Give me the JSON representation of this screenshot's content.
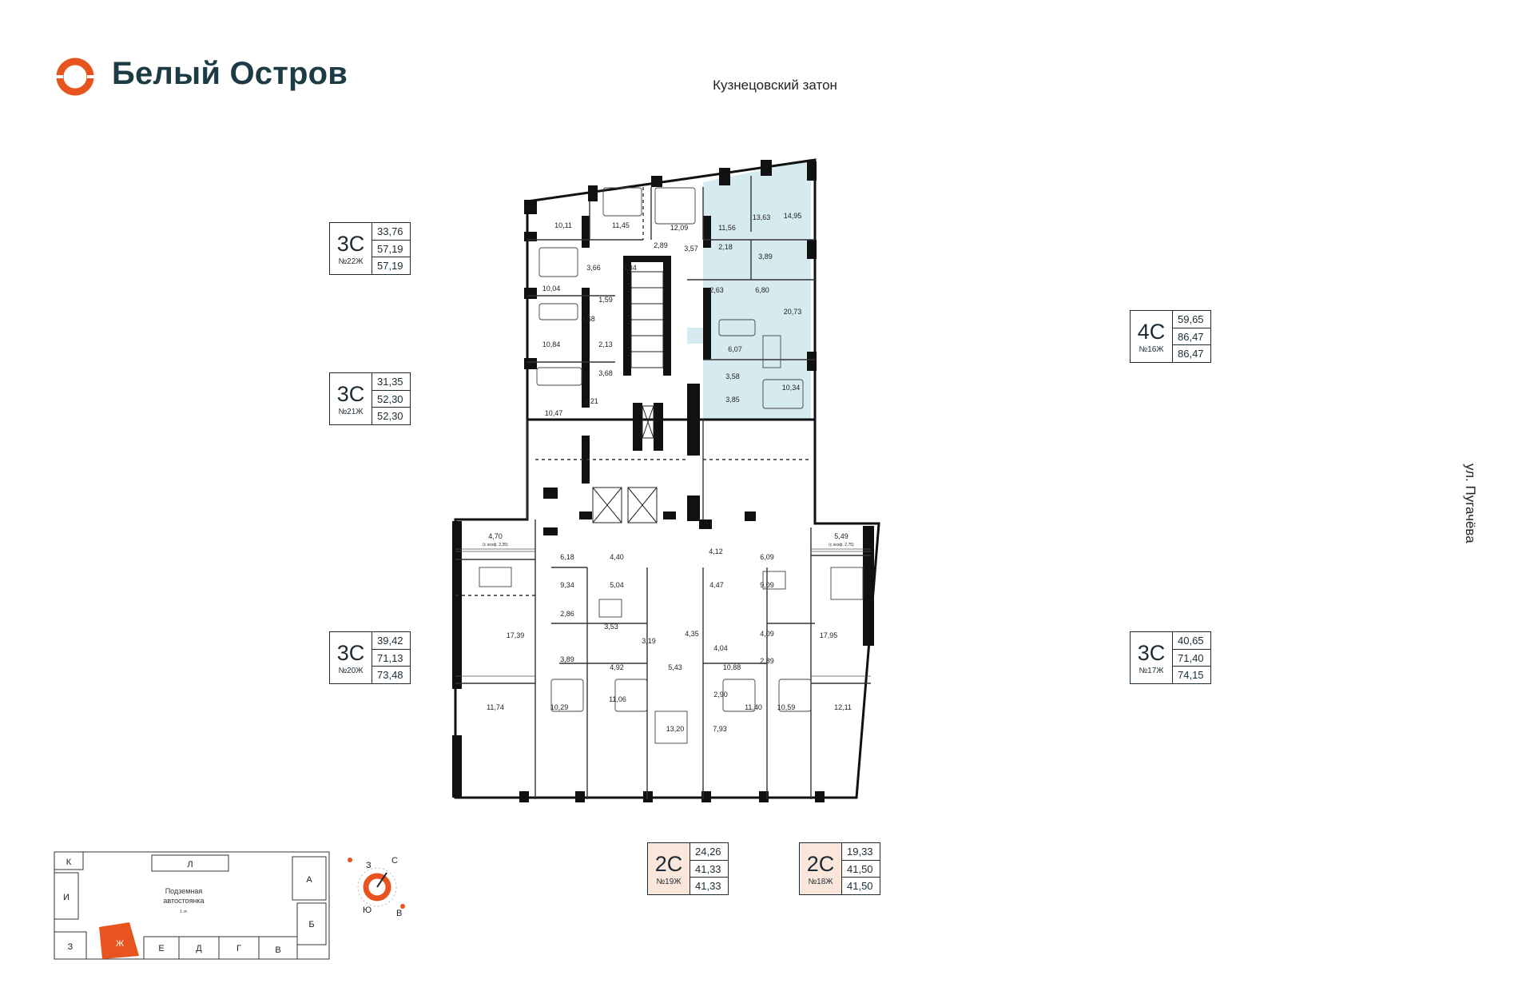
{
  "brand": {
    "name": "Белый Остров",
    "accent_color": "#e8541f",
    "text_color": "#1d3b45",
    "logo_icon": "brand-ring-logo"
  },
  "orientation": {
    "north_label": "Кузнецовский затон",
    "east_label": "ул. Пугачёва"
  },
  "apartments": [
    {
      "type": "3С",
      "number": "№22Ж",
      "areas": [
        "33,76",
        "57,19",
        "57,19"
      ]
    },
    {
      "type": "3С",
      "number": "№21Ж",
      "areas": [
        "31,35",
        "52,30",
        "52,30"
      ]
    },
    {
      "type": "3С",
      "number": "№20Ж",
      "areas": [
        "39,42",
        "71,13",
        "73,48"
      ]
    },
    {
      "type": "4С",
      "number": "№16Ж",
      "areas": [
        "59,65",
        "86,47",
        "86,47"
      ]
    },
    {
      "type": "3С",
      "number": "№17Ж",
      "areas": [
        "40,65",
        "71,40",
        "74,15"
      ]
    },
    {
      "type": "2С",
      "number": "№19Ж",
      "areas": [
        "24,26",
        "41,33",
        "41,33"
      ]
    },
    {
      "type": "2С",
      "number": "№18Ж",
      "areas": [
        "19,33",
        "41,50",
        "41,50"
      ]
    }
  ],
  "highlight_color": "#d6ebf0",
  "card_highlight_color": "#fbe6dc",
  "rooms": [
    "10,11",
    "11,45",
    "12,09",
    "11,56",
    "13,63",
    "14,95",
    "2,89",
    "3,57",
    "2,18",
    "3,89",
    "3,34",
    "3,66",
    "10,04",
    "1,59",
    "2,63",
    "6,80",
    "20,73",
    "3,68",
    "10,84",
    "2,13",
    "6,07",
    "3,68",
    "3,58",
    "10,34",
    "3,85",
    "6,21",
    "10,47",
    "4,70",
    "(с коэф. 2,35)",
    "6,18",
    "4,40",
    "4,12",
    "6,09",
    "5,49",
    "(с коэф. 2,75)",
    "9,34",
    "5,04",
    "4,47",
    "9,09",
    "2,86",
    "3,53",
    "3,19",
    "4,35",
    "4,04",
    "4,09",
    "17,39",
    "17,95",
    "3,89",
    "4,92",
    "5,43",
    "10,88",
    "2,89",
    "2,90",
    "11,74",
    "10,29",
    "11,06",
    "13,20",
    "7,93",
    "11,40",
    "10,59",
    "12,11"
  ],
  "site_plan": {
    "sections": [
      "К",
      "Л",
      "А",
      "И",
      "Б",
      "З",
      "Ж",
      "Е",
      "Д",
      "Г",
      "В"
    ],
    "center_label": "Подземная",
    "center_label_2": "автостоянка",
    "center_label_3": "1 эт.",
    "current_section": "Ж"
  },
  "compass": {
    "n": "С",
    "s": "Ю",
    "w": "З",
    "e": "В"
  }
}
